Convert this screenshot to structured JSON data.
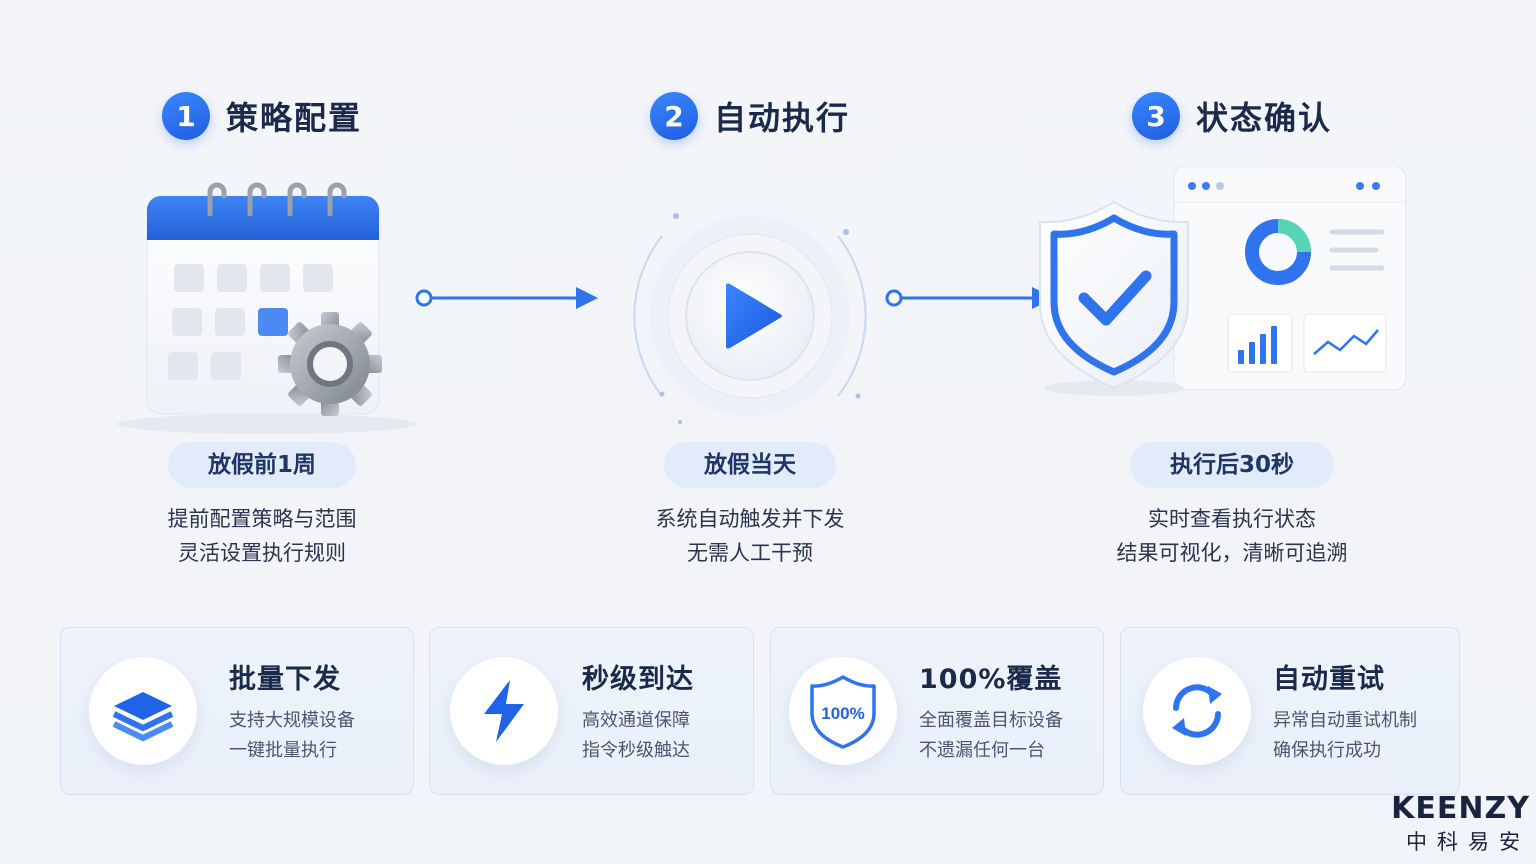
{
  "steps": [
    {
      "number": "1",
      "title": "策略配置",
      "time": "放假前1周",
      "lines": [
        "提前配置策略与范围",
        "灵活设置执行规则"
      ]
    },
    {
      "number": "2",
      "title": "自动执行",
      "time": "放假当天",
      "lines": [
        "系统自动触发并下发",
        "无需人工干预"
      ]
    },
    {
      "number": "3",
      "title": "状态确认",
      "time": "执行后30秒",
      "lines": [
        "实时查看执行状态",
        "结果可视化，清晰可追溯"
      ]
    }
  ],
  "features": [
    {
      "title": "批量下发",
      "lines": [
        "支持大规模设备",
        "一键批量执行"
      ],
      "icon": "layers-icon"
    },
    {
      "title": "秒级到达",
      "lines": [
        "高效通道保障",
        "指令秒级触达"
      ],
      "icon": "lightning-icon"
    },
    {
      "title": "100%覆盖",
      "lines": [
        "全面覆盖目标设备",
        "不遗漏任何一台"
      ],
      "icon": "shield-100-icon",
      "icon_text": "100%"
    },
    {
      "title": "自动重试",
      "lines": [
        "异常自动重试机制",
        "确保执行成功"
      ],
      "icon": "refresh-icon"
    }
  ],
  "brand": {
    "name_en": "KEENZY",
    "name_cn": "中科易安"
  },
  "colors": {
    "accent": "#1e6bf0",
    "accent_light": "#3a86ff",
    "pill_bg": "#e2ebfa",
    "card_bg": "#eef3fb",
    "text_dark": "#1b2a4a"
  }
}
